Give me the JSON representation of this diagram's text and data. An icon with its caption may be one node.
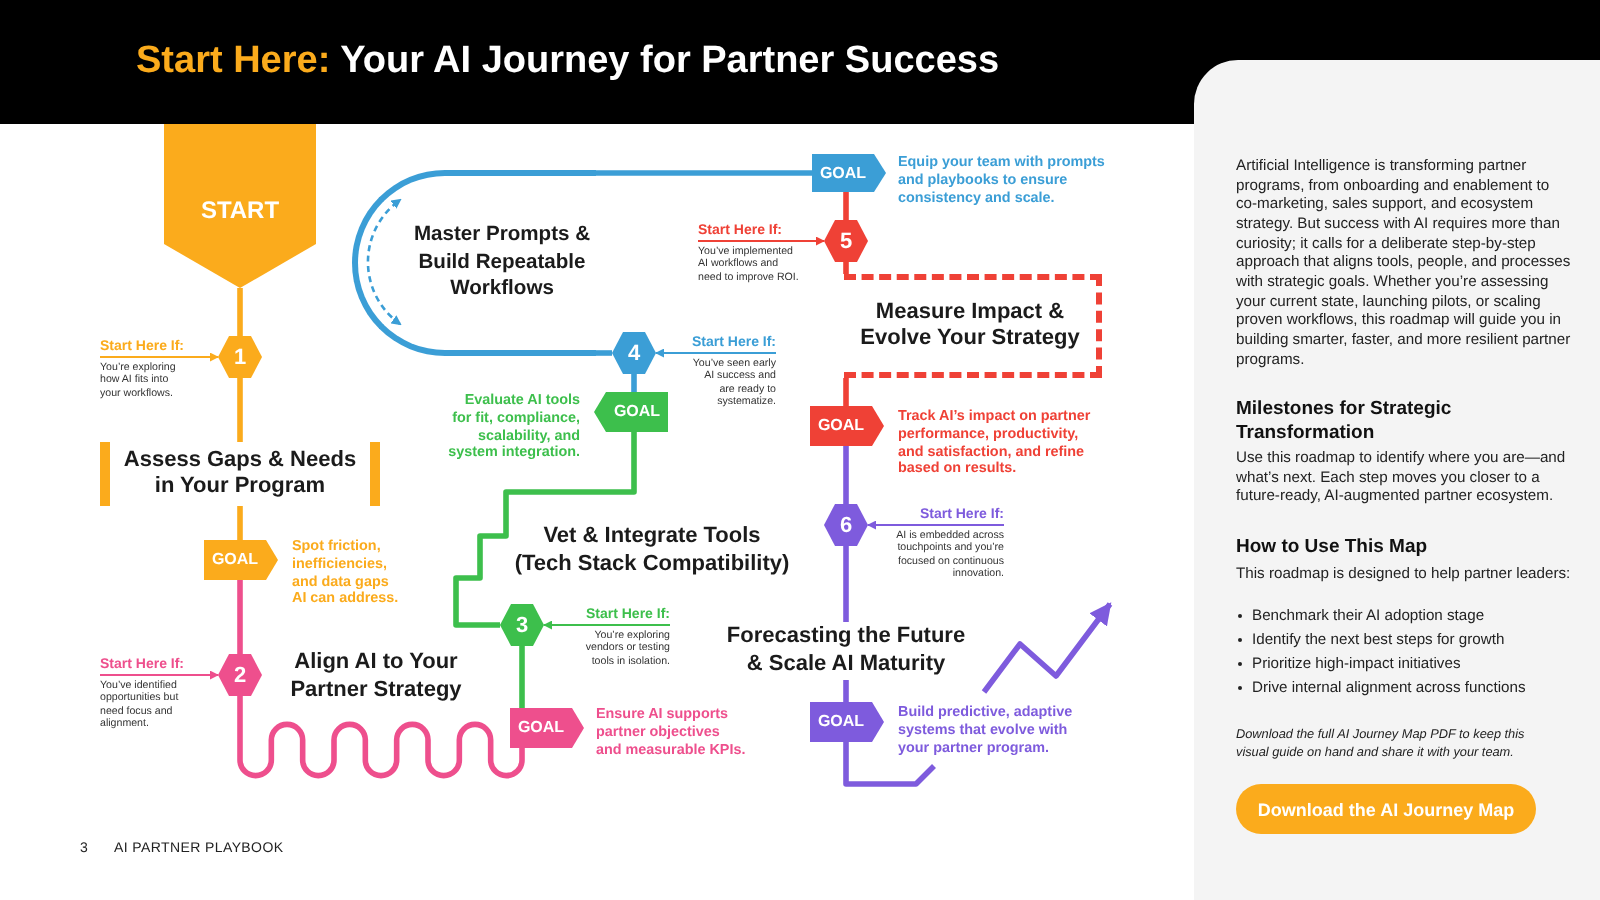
{
  "diagram": {
    "title": "**Start Here:** Your AI Journey for Partner Success",
    "nodes": [
      {
        "text": [
          "START"
        ]
      },
      {
        "text": [
          "1"
        ]
      },
      {
        "text": [
          "Start Here If:",
          "You’re exploring how AI fits into your workflows."
        ]
      },
      {
        "text": [
          "Assess Gaps & Needs in Your Program"
        ]
      },
      {
        "text": [
          "GOAL"
        ],
        "beside": [
          "Spot friction, inefficiencies, and data gaps AI can address."
        ]
      },
      {
        "text": [
          "2"
        ],
        "beside": [
          "Align AI to Your Partner Strategy"
        ]
      },
      {
        "text": [
          "Start Here If:",
          "You’ve identified opportunities but need focus and alignment."
        ]
      },
      {
        "text": [
          "GOAL"
        ],
        "beside": [
          "Ensure AI supports partner objectives and measurable KPIs."
        ]
      },
      {
        "text": [
          "3"
        ],
        "beside": [
          "Vet & Integrate Tools (Tech Stack Compatibility)"
        ]
      },
      {
        "text": [
          "Start Here If:",
          "You’re exploring vendors or testing tools in isolation."
        ]
      },
      {
        "text": [
          "GOAL"
        ],
        "beside": [
          "Evaluate AI tools for fit, compliance, scalability, and system integration."
        ]
      },
      {
        "text": [
          "4"
        ]
      },
      {
        "text": [
          "Start Here If:",
          "You’ve seen early AI success and are ready to systematize."
        ]
      },
      {
        "text": [
          "Master Prompts & Build Repeatable Workflows"
        ]
      },
      {
        "text": [
          "GOAL"
        ],
        "beside": [
          "Equip your team with prompts and playbooks to ensure consistency and scale."
        ]
      },
      {
        "text": [
          "5"
        ]
      },
      {
        "text": [
          "Start Here If:",
          "You’ve implemented AI workflows and need to improve ROI."
        ]
      },
      {
        "text": [
          "Measure Impact & Evolve Your Strategy"
        ]
      },
      {
        "text": [
          "GOAL"
        ],
        "beside": [
          "Track AI’s impact on partner performance, productivity, and satisfaction, and refine based on results."
        ]
      },
      {
        "text": [
          "6"
        ]
      },
      {
        "text": [
          "Start Here If:",
          "AI is embedded across touchpoints and you’re focused on continuous innovation."
        ]
      },
      {
        "text": [
          "Forecasting the Future & Scale AI Maturity"
        ]
      },
      {
        "text": [
          "GOAL"
        ],
        "beside": [
          "Build predictive, adaptive systems that evolve with your partner program."
        ]
      }
    ],
    "edges": [
      {
        "from": 0,
        "to": 1,
        "arrow": "none",
        "color": "#fbab1c"
      },
      {
        "from": 2,
        "to": 1,
        "arrow": "to",
        "color": "#fbab1c"
      },
      {
        "from": 1,
        "to": 3,
        "arrow": "none",
        "color": "#fbab1c"
      },
      {
        "from": 3,
        "to": 4,
        "arrow": "none",
        "color": "#fbab1c"
      },
      {
        "from": 4,
        "to": 5,
        "arrow": "none",
        "color": "#ee4f8d"
      },
      {
        "from": 6,
        "to": 5,
        "arrow": "to",
        "color": "#ee4f8d"
      },
      {
        "from": 5,
        "to": 7,
        "arrow": "none",
        "color": "#ee4f8d"
      },
      {
        "from": 7,
        "to": 8,
        "arrow": "none",
        "color": "#3dbf4c"
      },
      {
        "from": 9,
        "to": 8,
        "arrow": "to",
        "color": "#3dbf4c"
      },
      {
        "from": 8,
        "to": 10,
        "arrow": "none",
        "color": "#3dbf4c"
      },
      {
        "from": 10,
        "to": 11,
        "arrow": "none",
        "color": "#3b9ed6"
      },
      {
        "from": 12,
        "to": 11,
        "arrow": "to",
        "color": "#3b9ed6"
      },
      {
        "from": 11,
        "to": 13,
        "arrow": "none",
        "color": "#3b9ed6"
      },
      {
        "from": 13,
        "to": 14,
        "arrow": "none",
        "color": "#3b9ed6"
      },
      {
        "from": 14,
        "to": 15,
        "arrow": "none",
        "color": "#ef4136"
      },
      {
        "from": 16,
        "to": 15,
        "arrow": "to",
        "color": "#ef4136"
      },
      {
        "from": 15,
        "to": 17,
        "arrow": "none",
        "color": "#ef4136"
      },
      {
        "from": 17,
        "to": 18,
        "arrow": "none",
        "color": "#ef4136"
      },
      {
        "from": 18,
        "to": 19,
        "arrow": "none",
        "color": "#7e5bdd"
      },
      {
        "from": 20,
        "to": 19,
        "arrow": "to",
        "color": "#7e5bdd"
      },
      {
        "from": 19,
        "to": 21,
        "arrow": "none",
        "color": "#7e5bdd"
      },
      {
        "from": 21,
        "to": 22,
        "arrow": "none",
        "color": "#7e5bdd"
      },
      {
        "from": 22,
        "to": null,
        "arrow": "to",
        "color": "#7e5bdd"
      }
    ],
    "labels": [
      "Artificial Intelligence is transforming partner programs, from onboarding and enablement to co-marketing, sales support, and ecosystem strategy. But success with AI requires more than curiosity; it calls for a deliberate step-by-step approach that aligns tools, people, and processes with strategic goals. Whether you’re assessing your current state, launching pilots, or scaling proven workflows, this roadmap will guide you in building smarter, faster, and more resilient partner programs.",
      "Milestones for Strategic Transformation",
      "Use this roadmap to identify where you are—and what’s next. Each step moves you closer to a future-ready, AI-augmented partner ecosystem.",
      "How to Use This Map",
      "This roadmap is designed to help partner leaders:",
      "Benchmark their AI adoption stage",
      "Identify the next best steps for growth",
      "Prioritize high-impact initiatives",
      "Drive internal alignment across functions",
      "Download the full AI Journey Map PDF to keep this visual guide on hand and share it with your team.",
      "Download the AI Journey Map",
      "3",
      "AI PARTNER PLAYBOOK"
    ]
  }
}
